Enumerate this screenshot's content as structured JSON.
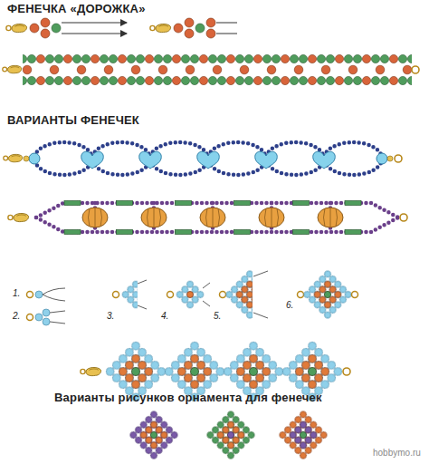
{
  "diagram": {
    "title": "ФЕНЕЧКА «ДОРОЖКА»",
    "labels": [
      "ВАРИАНТЫ ФЕНЕЧЕК",
      "1.",
      "2.",
      "3.",
      "4.",
      "5.",
      "6.",
      "Варианты рисунков орнамента для фенечек",
      "hobbymo.ru"
    ]
  }
}
